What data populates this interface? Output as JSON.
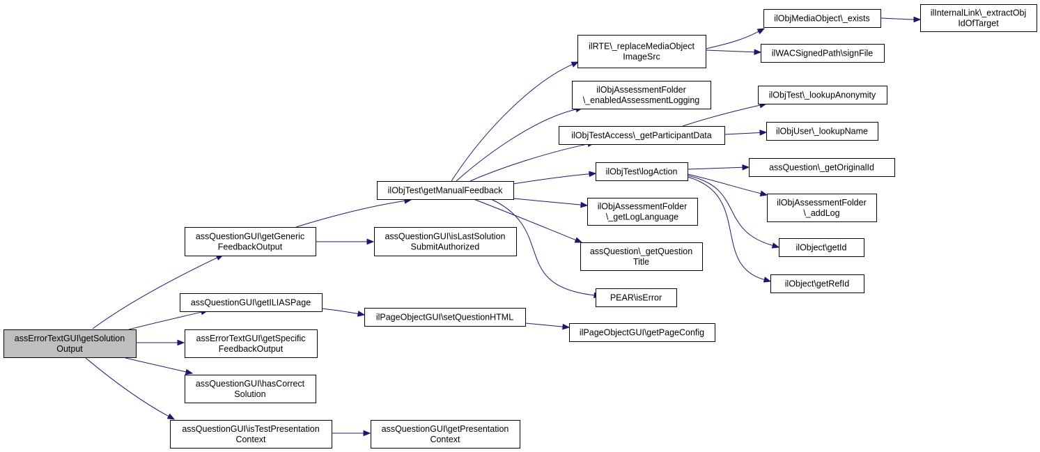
{
  "diagram": {
    "nodes": [
      {
        "id": "root",
        "lines": [
          "assErrorTextGUI\\getSolution",
          "Output"
        ],
        "root": true
      },
      {
        "id": "genericFeedback",
        "lines": [
          "assQuestionGUI\\getGeneric",
          "FeedbackOutput"
        ]
      },
      {
        "id": "iliasPage",
        "lines": [
          "assQuestionGUI\\getILIASPage"
        ]
      },
      {
        "id": "specificFeedback",
        "lines": [
          "assErrorTextGUI\\getSpecific",
          "FeedbackOutput"
        ]
      },
      {
        "id": "hasCorrect",
        "lines": [
          "assQuestionGUI\\hasCorrect",
          "Solution"
        ]
      },
      {
        "id": "isTestPresentation",
        "lines": [
          "assQuestionGUI\\isTestPresentation",
          "Context"
        ]
      },
      {
        "id": "manualFeedback",
        "lines": [
          "ilObjTest\\getManualFeedback"
        ]
      },
      {
        "id": "isLastSolution",
        "lines": [
          "assQuestionGUI\\isLastSolution",
          "SubmitAuthorized"
        ]
      },
      {
        "id": "setQuestionHTML",
        "lines": [
          "ilPageObjectGUI\\setQuestionHTML"
        ]
      },
      {
        "id": "getPresentation",
        "lines": [
          "assQuestionGUI\\getPresentation",
          "Context"
        ]
      },
      {
        "id": "replaceMedia",
        "lines": [
          "ilRTE\\_replaceMediaObject",
          "ImageSrc"
        ]
      },
      {
        "id": "enabledLogging",
        "lines": [
          "ilObjAssessmentFolder",
          "\\_enabledAssessmentLogging"
        ]
      },
      {
        "id": "participantData",
        "lines": [
          "ilObjTestAccess\\_getParticipantData"
        ]
      },
      {
        "id": "logAction",
        "lines": [
          "ilObjTest\\logAction"
        ]
      },
      {
        "id": "logLanguage",
        "lines": [
          "ilObjAssessmentFolder",
          "\\_getLogLanguage"
        ]
      },
      {
        "id": "questionTitle",
        "lines": [
          "assQuestion\\_getQuestion",
          "Title"
        ]
      },
      {
        "id": "isError",
        "lines": [
          "PEAR\\isError"
        ]
      },
      {
        "id": "pageConfig",
        "lines": [
          "ilPageObjectGUI\\getPageConfig"
        ]
      },
      {
        "id": "mediaExists",
        "lines": [
          "ilObjMediaObject\\_exists"
        ]
      },
      {
        "id": "signFile",
        "lines": [
          "ilWACSignedPath\\signFile"
        ]
      },
      {
        "id": "extractObj",
        "lines": [
          "ilInternalLink\\_extractObj",
          "IdOfTarget"
        ]
      },
      {
        "id": "lookupAnonymity",
        "lines": [
          "ilObjTest\\_lookupAnonymity"
        ]
      },
      {
        "id": "lookupName",
        "lines": [
          "ilObjUser\\_lookupName"
        ]
      },
      {
        "id": "getOriginalId",
        "lines": [
          "assQuestion\\_getOriginalId"
        ]
      },
      {
        "id": "addLog",
        "lines": [
          "ilObjAssessmentFolder",
          "\\_addLog"
        ]
      },
      {
        "id": "getId",
        "lines": [
          "ilObject\\getId"
        ]
      },
      {
        "id": "getRefId",
        "lines": [
          "ilObject\\getRefId"
        ]
      }
    ],
    "edges": [
      [
        "root",
        "genericFeedback"
      ],
      [
        "root",
        "iliasPage"
      ],
      [
        "root",
        "specificFeedback"
      ],
      [
        "root",
        "hasCorrect"
      ],
      [
        "root",
        "isTestPresentation"
      ],
      [
        "genericFeedback",
        "manualFeedback"
      ],
      [
        "genericFeedback",
        "isLastSolution"
      ],
      [
        "iliasPage",
        "setQuestionHTML"
      ],
      [
        "isTestPresentation",
        "getPresentation"
      ],
      [
        "manualFeedback",
        "replaceMedia"
      ],
      [
        "manualFeedback",
        "enabledLogging"
      ],
      [
        "manualFeedback",
        "participantData"
      ],
      [
        "manualFeedback",
        "logAction"
      ],
      [
        "manualFeedback",
        "logLanguage"
      ],
      [
        "manualFeedback",
        "questionTitle"
      ],
      [
        "manualFeedback",
        "isError"
      ],
      [
        "setQuestionHTML",
        "pageConfig"
      ],
      [
        "replaceMedia",
        "mediaExists"
      ],
      [
        "replaceMedia",
        "signFile"
      ],
      [
        "mediaExists",
        "extractObj"
      ],
      [
        "participantData",
        "lookupAnonymity"
      ],
      [
        "participantData",
        "lookupName"
      ],
      [
        "logAction",
        "getOriginalId"
      ],
      [
        "logAction",
        "addLog"
      ],
      [
        "logAction",
        "getId"
      ],
      [
        "logAction",
        "getRefId"
      ]
    ]
  }
}
